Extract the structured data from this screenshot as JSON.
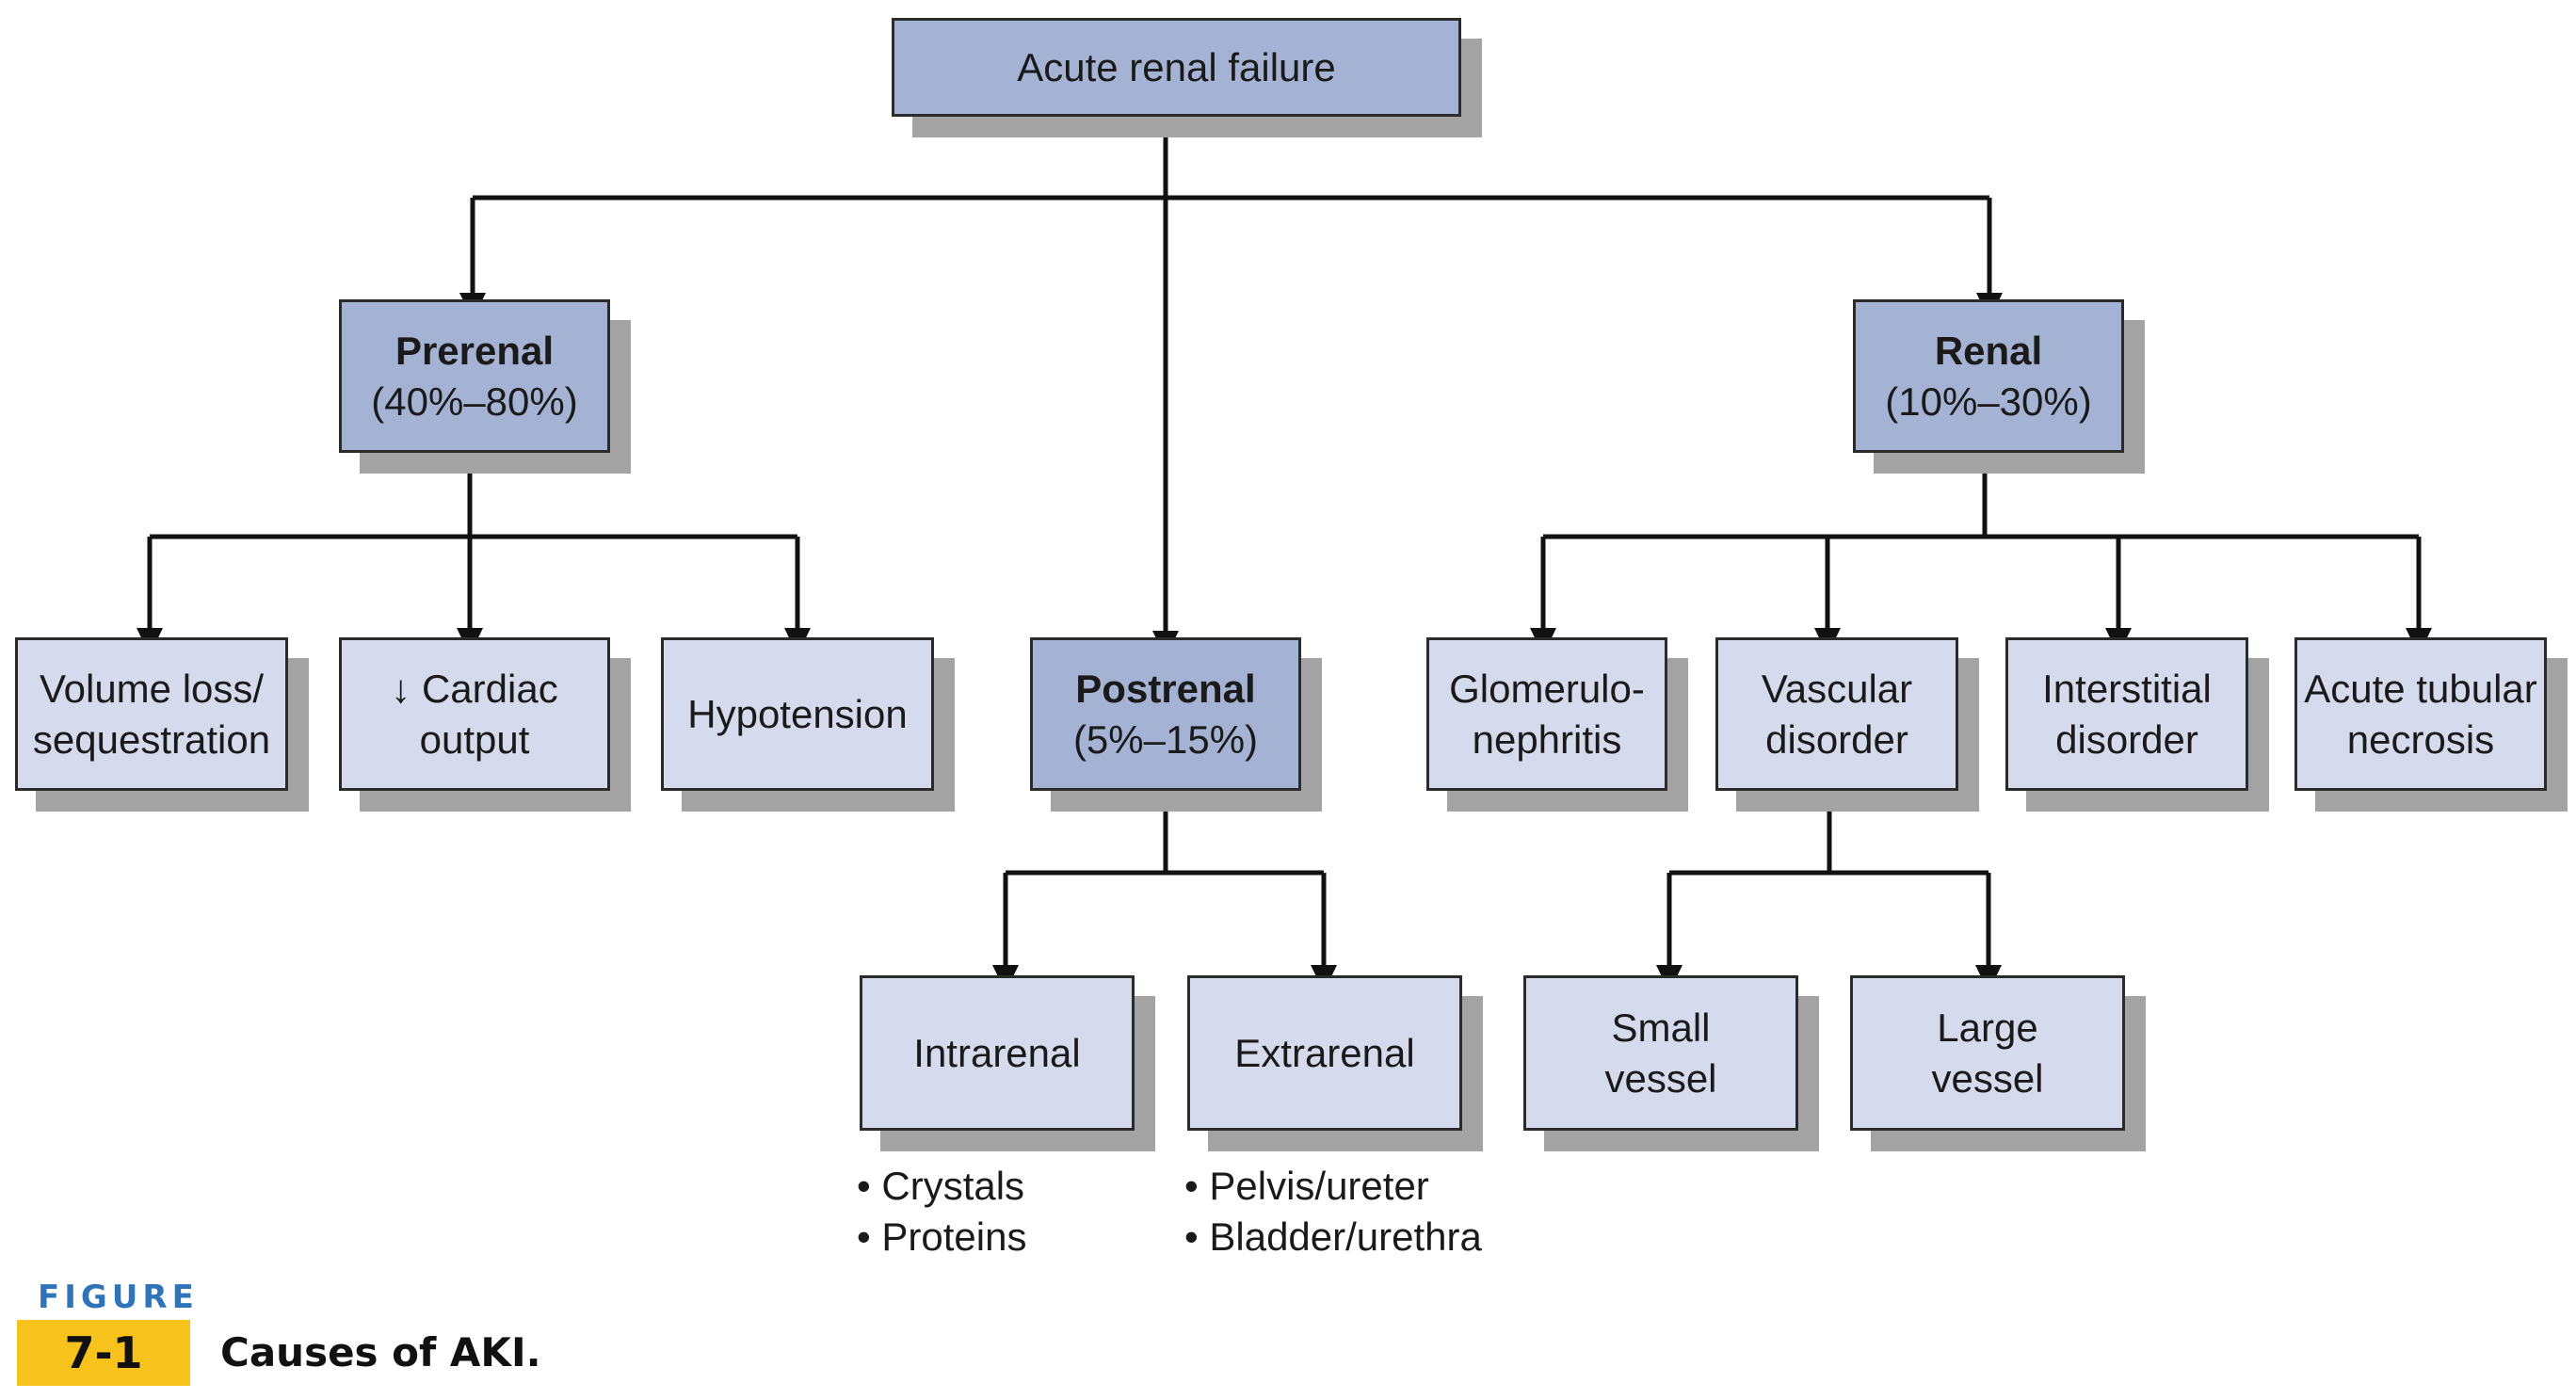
{
  "nodes": {
    "acute": {
      "line1": "Acute renal failure"
    },
    "prerenal": {
      "name": "Prerenal",
      "range": "(40%–80%)"
    },
    "postrenal": {
      "name": "Postrenal",
      "range": "(5%–15%)"
    },
    "renal": {
      "name": "Renal",
      "range": "(10%–30%)"
    },
    "volume": {
      "line1": "Volume loss/",
      "line2": "sequestration"
    },
    "cardiac": {
      "line1": "↓ Cardiac",
      "line2": "output"
    },
    "hypotension": {
      "line1": "Hypotension"
    },
    "intrarenal": {
      "line1": "Intrarenal"
    },
    "extrarenal": {
      "line1": "Extrarenal"
    },
    "glomerulo": {
      "line1": "Glomerulo-",
      "line2": "nephritis"
    },
    "vascular": {
      "line1": "Vascular",
      "line2": "disorder"
    },
    "interstitial": {
      "line1": "Interstitial",
      "line2": "disorder"
    },
    "atn": {
      "line1": "Acute tubular",
      "line2": "necrosis"
    },
    "small": {
      "line1": "Small",
      "line2": "vessel"
    },
    "large": {
      "line1": "Large",
      "line2": "vessel"
    }
  },
  "bullets": {
    "intrarenal": [
      "• Crystals",
      "• Proteins"
    ],
    "extrarenal": [
      "• Pelvis/ureter",
      "• Bladder/urethra"
    ]
  },
  "caption": {
    "figure_word": "FIGURE",
    "figure_number": "7-1",
    "text": "Causes of AKI."
  },
  "colors": {
    "header_box": "#a4b3d3",
    "leaf_box": "#d5dbec",
    "shadow": "#a3a3a3",
    "figure_badge": "#f7c21c",
    "figure_word": "#2f73b8"
  }
}
